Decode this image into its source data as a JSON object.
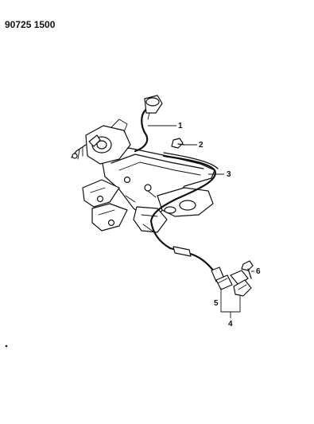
{
  "header": {
    "part_number": "90725 1500"
  },
  "callouts": [
    {
      "id": "1",
      "label": "1"
    },
    {
      "id": "2",
      "label": "2"
    },
    {
      "id": "3",
      "label": "3"
    },
    {
      "id": "4",
      "label": "4"
    },
    {
      "id": "5",
      "label": "5"
    },
    {
      "id": "6",
      "label": "6"
    }
  ]
}
